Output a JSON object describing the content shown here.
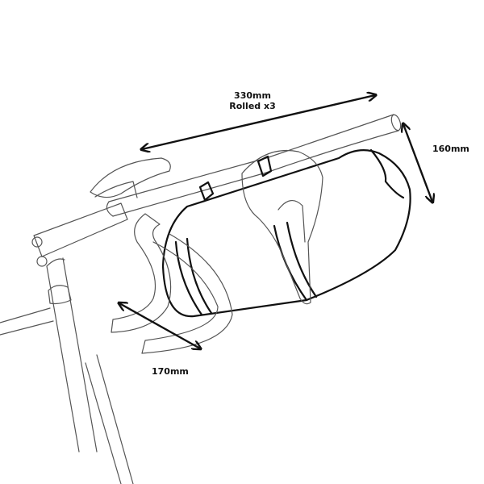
{
  "dimensions": {
    "length": {
      "value": "330mm",
      "note": "Rolled x3"
    },
    "height": {
      "value": "160mm"
    },
    "depth": {
      "value": "170mm"
    }
  }
}
